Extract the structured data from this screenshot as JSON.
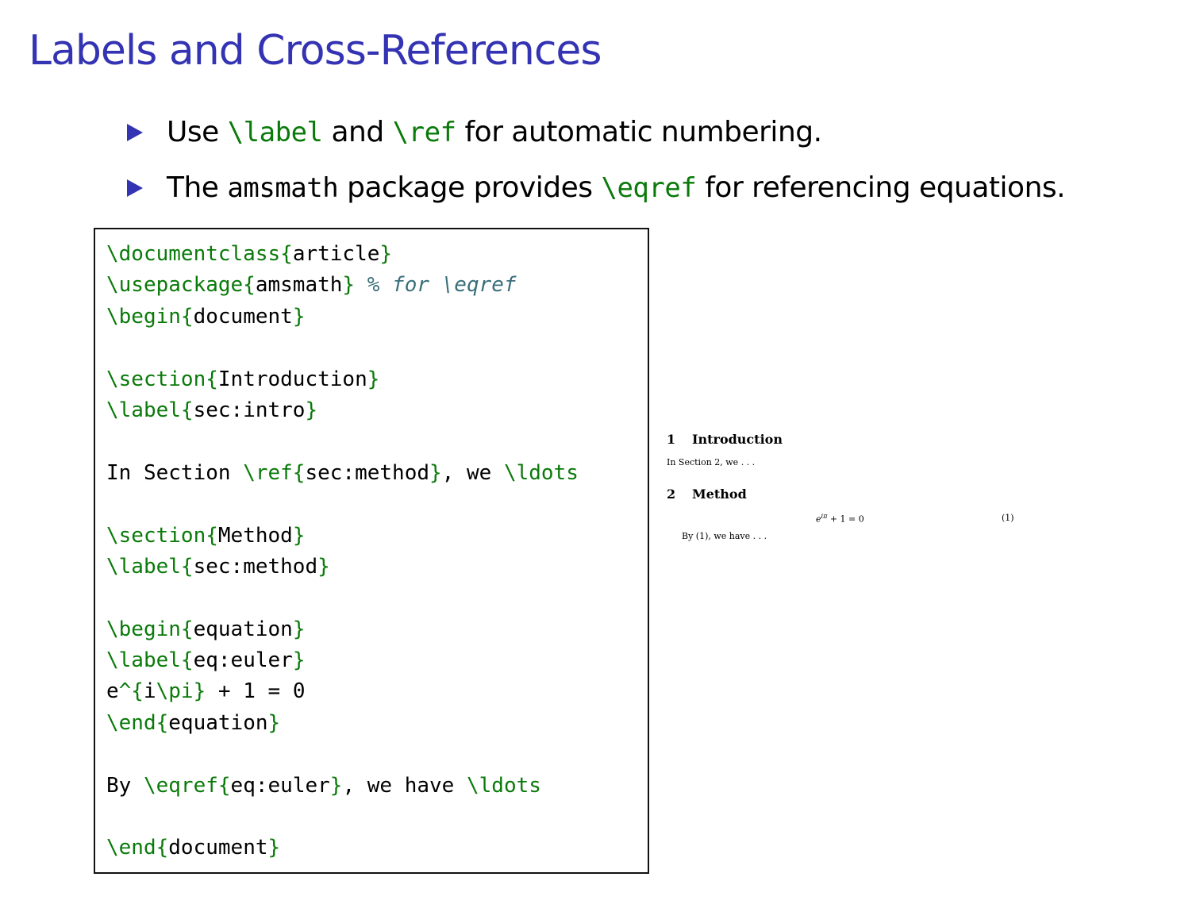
{
  "title": "Labels and Cross-References",
  "bullets": [
    {
      "parts": [
        {
          "text": "Use ",
          "style": "normal"
        },
        {
          "text": "\\label",
          "style": "cmd"
        },
        {
          "text": " and ",
          "style": "normal"
        },
        {
          "text": "\\ref",
          "style": "cmd"
        },
        {
          "text": " for automatic numbering.",
          "style": "normal"
        }
      ]
    },
    {
      "parts": [
        {
          "text": "The ",
          "style": "normal"
        },
        {
          "text": "amsmath",
          "style": "tt"
        },
        {
          "text": " package provides ",
          "style": "normal"
        },
        {
          "text": "\\eqref",
          "style": "cmd"
        },
        {
          "text": " for referencing equations.",
          "style": "normal"
        }
      ]
    }
  ],
  "code_lines": [
    [
      {
        "t": "\\documentclass{",
        "s": "k"
      },
      {
        "t": "article",
        "s": "n"
      },
      {
        "t": "}",
        "s": "k"
      }
    ],
    [
      {
        "t": "\\usepackage{",
        "s": "k"
      },
      {
        "t": "amsmath",
        "s": "n"
      },
      {
        "t": "}",
        "s": "k"
      },
      {
        "t": " % for \\eqref",
        "s": "c"
      }
    ],
    [
      {
        "t": "\\begin{",
        "s": "k"
      },
      {
        "t": "document",
        "s": "n"
      },
      {
        "t": "}",
        "s": "k"
      }
    ],
    [],
    [
      {
        "t": "\\section{",
        "s": "k"
      },
      {
        "t": "Introduction",
        "s": "n"
      },
      {
        "t": "}",
        "s": "k"
      }
    ],
    [
      {
        "t": "\\label{",
        "s": "k"
      },
      {
        "t": "sec:intro",
        "s": "n"
      },
      {
        "t": "}",
        "s": "k"
      }
    ],
    [],
    [
      {
        "t": "In Section ",
        "s": "n"
      },
      {
        "t": "\\ref{",
        "s": "k"
      },
      {
        "t": "sec:method",
        "s": "n"
      },
      {
        "t": "}",
        "s": "k"
      },
      {
        "t": ", we ",
        "s": "n"
      },
      {
        "t": "\\ldots",
        "s": "k"
      }
    ],
    [],
    [
      {
        "t": "\\section{",
        "s": "k"
      },
      {
        "t": "Method",
        "s": "n"
      },
      {
        "t": "}",
        "s": "k"
      }
    ],
    [
      {
        "t": "\\label{",
        "s": "k"
      },
      {
        "t": "sec:method",
        "s": "n"
      },
      {
        "t": "}",
        "s": "k"
      }
    ],
    [],
    [
      {
        "t": "\\begin{",
        "s": "k"
      },
      {
        "t": "equation",
        "s": "n"
      },
      {
        "t": "}",
        "s": "k"
      }
    ],
    [
      {
        "t": "\\label{",
        "s": "k"
      },
      {
        "t": "eq:euler",
        "s": "n"
      },
      {
        "t": "}",
        "s": "k"
      }
    ],
    [
      {
        "t": "e",
        "s": "n"
      },
      {
        "t": "^{",
        "s": "k"
      },
      {
        "t": "i",
        "s": "n"
      },
      {
        "t": "\\pi}",
        "s": "k"
      },
      {
        "t": " + 1 = 0",
        "s": "n"
      }
    ],
    [
      {
        "t": "\\end{",
        "s": "k"
      },
      {
        "t": "equation",
        "s": "n"
      },
      {
        "t": "}",
        "s": "k"
      }
    ],
    [],
    [
      {
        "t": "By ",
        "s": "n"
      },
      {
        "t": "\\eqref{",
        "s": "k"
      },
      {
        "t": "eq:euler",
        "s": "n"
      },
      {
        "t": "}",
        "s": "k"
      },
      {
        "t": ", we have ",
        "s": "n"
      },
      {
        "t": "\\ldots",
        "s": "k"
      }
    ],
    [],
    [
      {
        "t": "\\end{",
        "s": "k"
      },
      {
        "t": "document",
        "s": "n"
      },
      {
        "t": "}",
        "s": "k"
      }
    ]
  ],
  "preview": {
    "section1_number": "1",
    "section1_title": "Introduction",
    "section1_text": "In Section 2, we . . .",
    "section2_number": "2",
    "section2_title": "Method",
    "equation": "e",
    "equation_sup": "iπ",
    "equation_rest": " + 1 = 0",
    "equation_number": "(1)",
    "section2_text": "By (1), we have . . ."
  }
}
